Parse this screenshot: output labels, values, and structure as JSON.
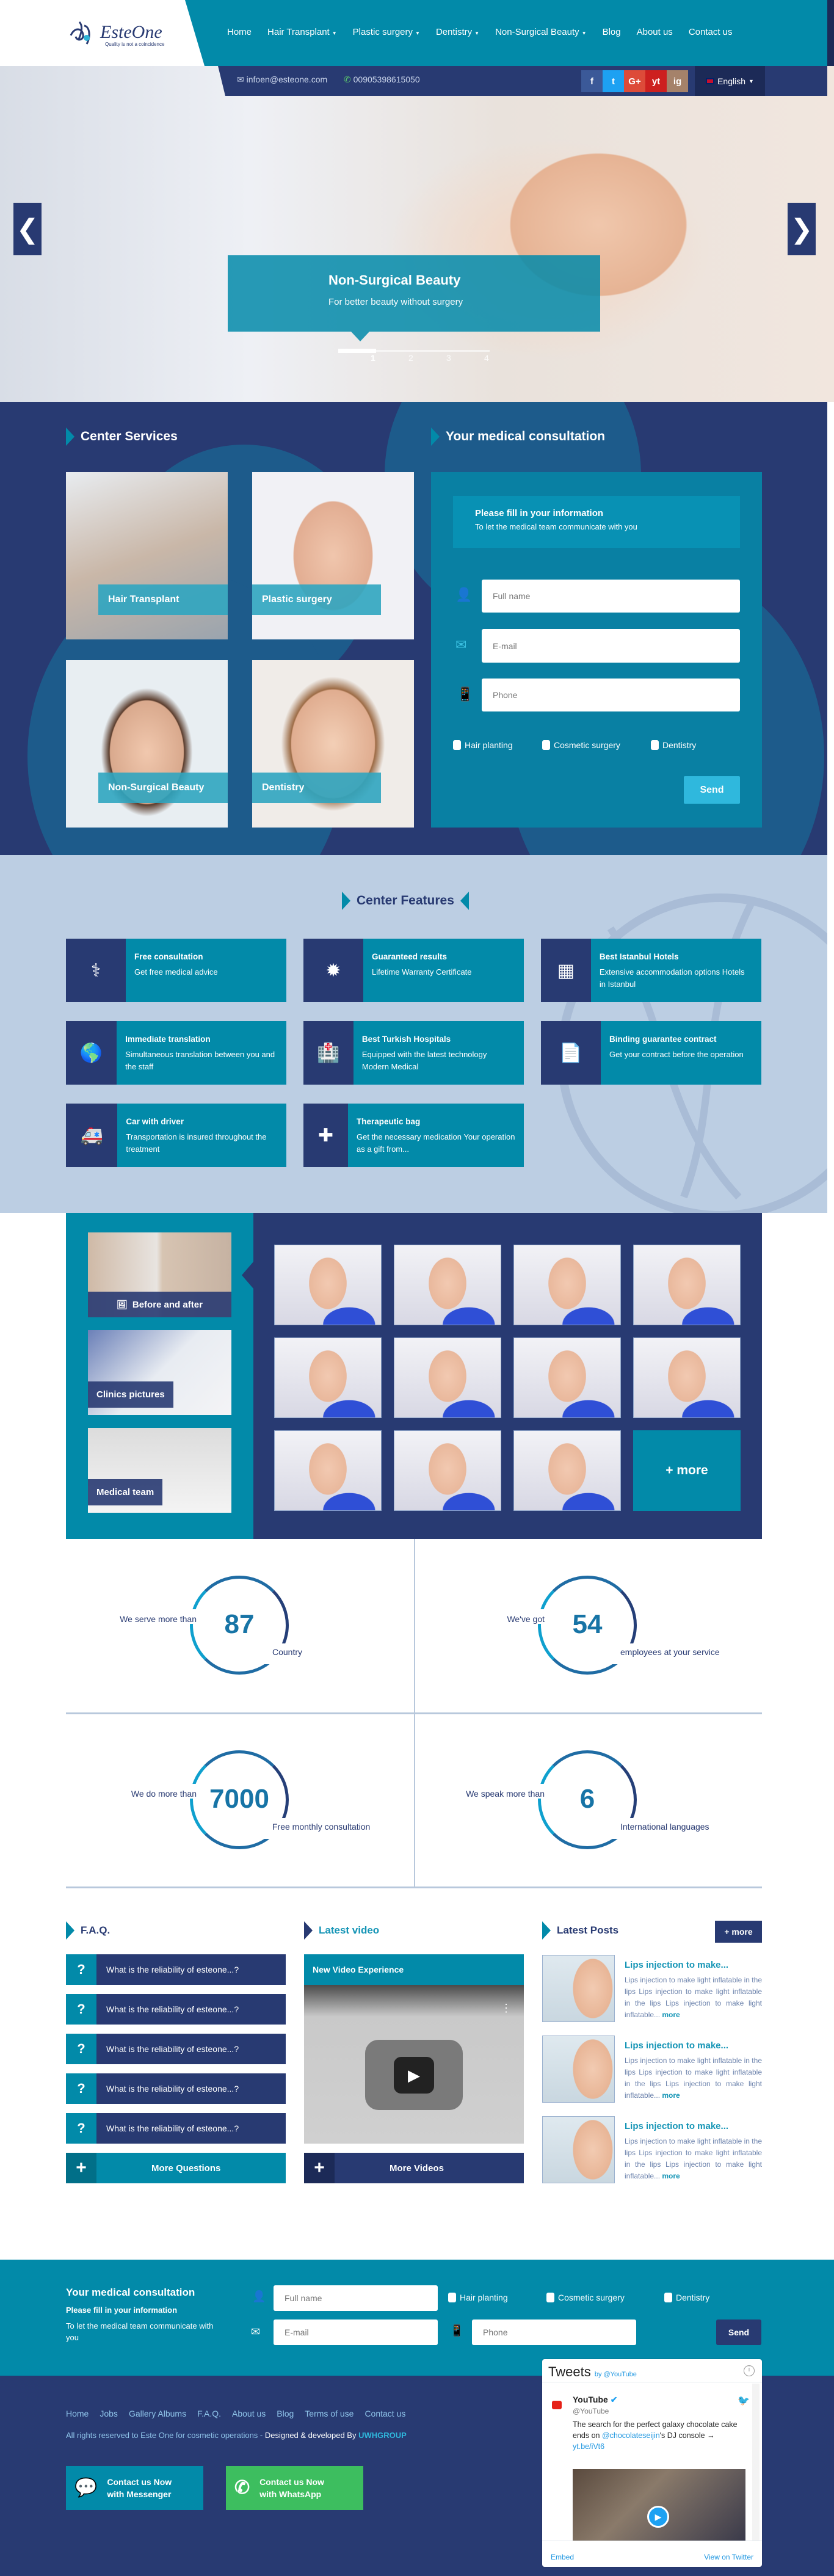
{
  "brand": {
    "name": "EsteOne",
    "tagline": "Quality is not a coincidence"
  },
  "nav": [
    {
      "label": "Home"
    },
    {
      "label": "Hair Transplant",
      "dropdown": true
    },
    {
      "label": "Plastic surgery",
      "dropdown": true
    },
    {
      "label": "Dentistry",
      "dropdown": true
    },
    {
      "label": "Non-Surgical Beauty",
      "dropdown": true
    },
    {
      "label": "Blog"
    },
    {
      "label": "About us"
    },
    {
      "label": "Contact us"
    }
  ],
  "topbar": {
    "email": "infoen@esteone.com",
    "phone": "00905398615050",
    "social": [
      "f",
      "t",
      "G+",
      "yt",
      "ig"
    ],
    "social_colors": [
      "#3b5998",
      "#1da1f2",
      "#dd4b39",
      "#cd201f",
      "#a5826a"
    ],
    "language": "English"
  },
  "hero": {
    "title": "Non-Surgical Beauty",
    "subtitle": "For better beauty without surgery",
    "slides": [
      "1",
      "2",
      "3",
      "4"
    ],
    "active_slide": 1,
    "progress": 0.25,
    "prev": "❮",
    "next": "❯"
  },
  "services": {
    "title": "Center Services",
    "items": [
      {
        "label": "Hair Transplant"
      },
      {
        "label": "Plastic surgery"
      },
      {
        "label": "Non-Surgical Beauty"
      },
      {
        "label": "Dentistry"
      }
    ]
  },
  "consultation": {
    "title": "Your medical consultation",
    "info_title": "Please fill in your information",
    "info_sub": "To let the medical team communicate with you",
    "fields": {
      "name": "Full name",
      "email": "E-mail",
      "phone": "Phone"
    },
    "options": [
      "Hair planting",
      "Cosmetic surgery",
      "Dentistry"
    ],
    "send": "Send"
  },
  "features": {
    "title": "Center Features",
    "items": [
      {
        "icon": "⚕",
        "title": "Free consultation",
        "desc": "Get free medical advice"
      },
      {
        "icon": "✹",
        "title": "Guaranteed results",
        "desc": "Lifetime Warranty Certificate"
      },
      {
        "icon": "▦",
        "title": "Best Istanbul Hotels",
        "desc": "Extensive accommodation options Hotels in Istanbul"
      },
      {
        "icon": "🌎",
        "title": "Immediate translation",
        "desc": "Simultaneous translation between you and the staff"
      },
      {
        "icon": "🏥",
        "title": "Best Turkish Hospitals",
        "desc": "Equipped with the latest technology Modern Medical"
      },
      {
        "icon": "📄",
        "title": "Binding guarantee contract",
        "desc": "Get your contract before the operation"
      },
      {
        "icon": "🚑",
        "title": "Car with driver",
        "desc": "Transportation is insured throughout the treatment"
      },
      {
        "icon": "✚",
        "title": "Therapeutic bag",
        "desc": "Get the necessary medication Your operation as a gift from..."
      }
    ]
  },
  "gallery": {
    "albums": [
      {
        "label": "Before and after"
      },
      {
        "label": "Clinics pictures"
      },
      {
        "label": "Medical team"
      }
    ],
    "photo_count": 11,
    "more": "+ more"
  },
  "stats": [
    {
      "pre": "We serve more than",
      "value": "87",
      "post": "Country"
    },
    {
      "pre": "We've got",
      "value": "54",
      "post": "employees at your service"
    },
    {
      "pre": "We do more than",
      "value": "7000",
      "post": "Free monthly consultation"
    },
    {
      "pre": "We speak more than",
      "value": "6",
      "post": "International languages"
    }
  ],
  "faq": {
    "title": "F.A.Q.",
    "items": [
      "What is the reliability of esteone...?",
      "What is the reliability of esteone...?",
      "What is the reliability of esteone...?",
      "What is the reliability of esteone...?",
      "What is the reliability of esteone...?"
    ],
    "more": "More Questions"
  },
  "video": {
    "title": "Latest video",
    "video_title": "New Video Experience",
    "more": "More Videos"
  },
  "posts": {
    "title": "Latest Posts",
    "more_btn": "+ more",
    "items": [
      {
        "title": "Lips injection to make...",
        "excerpt": "Lips injection to make light inflatable in the lips Lips injection to make light inflatable in the lips Lips injection to make light inflatable...",
        "more": "more"
      },
      {
        "title": "Lips injection to make...",
        "excerpt": "Lips injection to make light inflatable in the lips Lips injection to make light inflatable in the lips Lips injection to make light inflatable...",
        "more": "more"
      },
      {
        "title": "Lips injection to make...",
        "excerpt": "Lips injection to make light inflatable in the lips Lips injection to make light inflatable in the lips Lips injection to make light inflatable...",
        "more": "more"
      }
    ]
  },
  "footer_form": {
    "title": "Your medical consultation",
    "info_title": "Please fill in your information",
    "info_sub": "To let the medical team communicate with you",
    "fields": {
      "name": "Full name",
      "email": "E-mail",
      "phone": "Phone"
    },
    "options": [
      "Hair planting",
      "Cosmetic surgery",
      "Dentistry"
    ],
    "send": "Send"
  },
  "footer": {
    "links": [
      "Home",
      "Jobs",
      "Gallery Albums",
      "F.A.Q.",
      "About us",
      "Blog",
      "Terms of use",
      "Contact us"
    ],
    "copyright": "All rights reserved to Este One for cosmetic operations - ",
    "designed": "Designed & developed By ",
    "designer": "UWHGROUP",
    "messenger": {
      "line1": "Contact us Now",
      "line2": "with Messenger"
    },
    "whatsapp": {
      "line1": "Contact us Now",
      "line2": "with WhatsApp"
    }
  },
  "tweets": {
    "title": "Tweets",
    "by": "by @YouTube",
    "account": "YouTube",
    "handle": "@YouTube",
    "text": "The search for the perfect galaxy chocolate cake ends on ",
    "mention": "@chocolateseijin",
    "text2": "'s DJ console → ",
    "link": "yt.be/iVt6",
    "embed": "Embed",
    "view": "View on Twitter"
  }
}
